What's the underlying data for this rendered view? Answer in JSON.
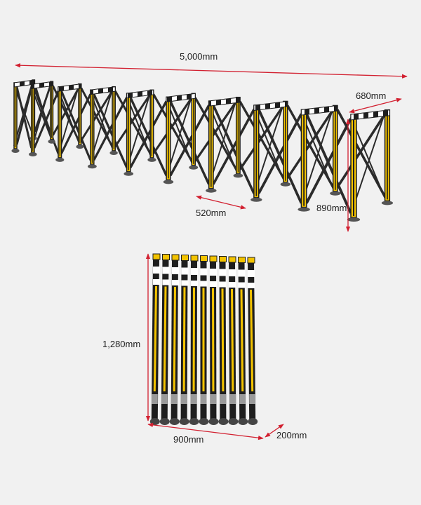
{
  "dimensions": {
    "total_length": "5,000mm",
    "depth": "680mm",
    "height": "890mm",
    "segment": "520mm",
    "folded_height": "1,280mm",
    "folded_width": "900mm",
    "folded_depth": "200mm"
  },
  "colors": {
    "background": "#f1f1f1",
    "dimension_line": "#d22030",
    "barrier_yellow": "#f3c300",
    "barrier_black": "#1e1e1e",
    "frame_dark": "#2b2b2b"
  }
}
